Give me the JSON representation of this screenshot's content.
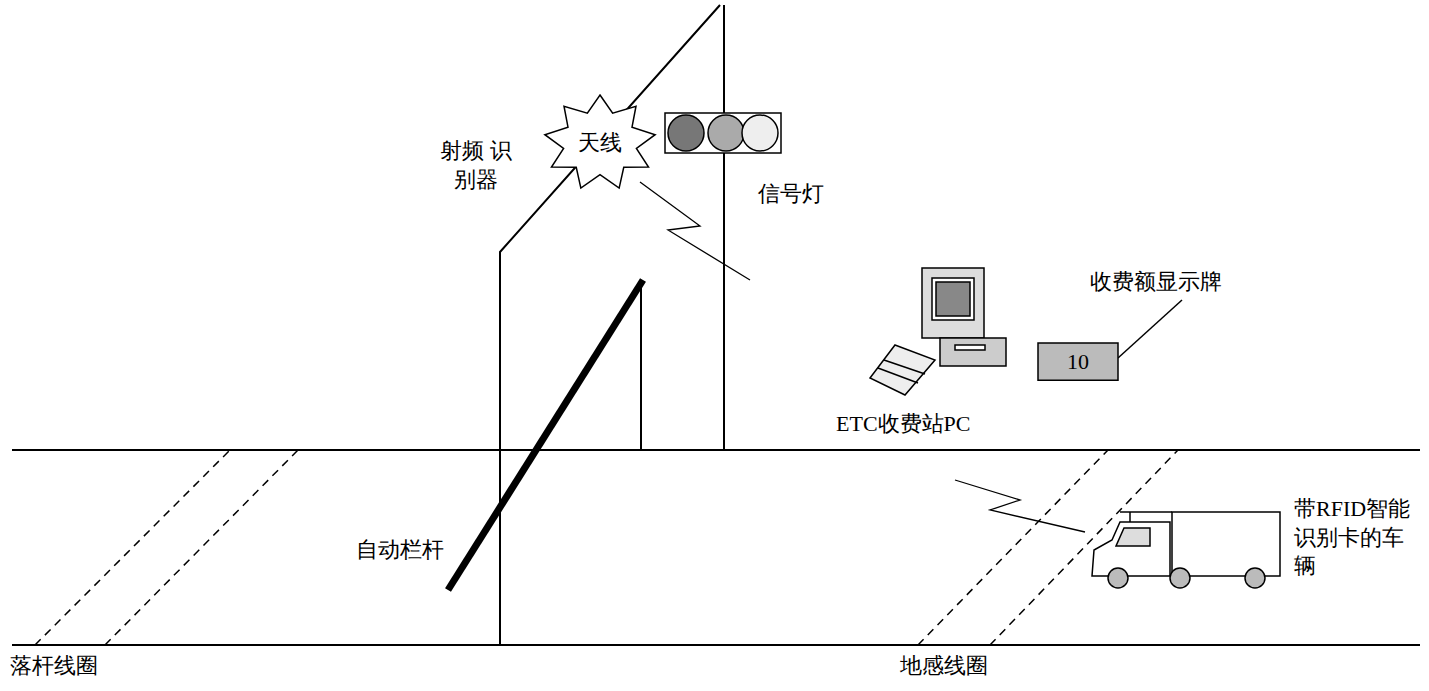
{
  "diagram": {
    "nodes": [
      {
        "text": [
          "天线"
        ]
      },
      {
        "text": [
          "10"
        ]
      }
    ],
    "labels": [
      "射频 识别器",
      "信号灯",
      "收费额显示牌",
      "ETC收费站PC",
      "自动栏杆",
      "带RFID智能识别卡的车辆",
      "落杆线圈",
      "地感线圈"
    ]
  }
}
